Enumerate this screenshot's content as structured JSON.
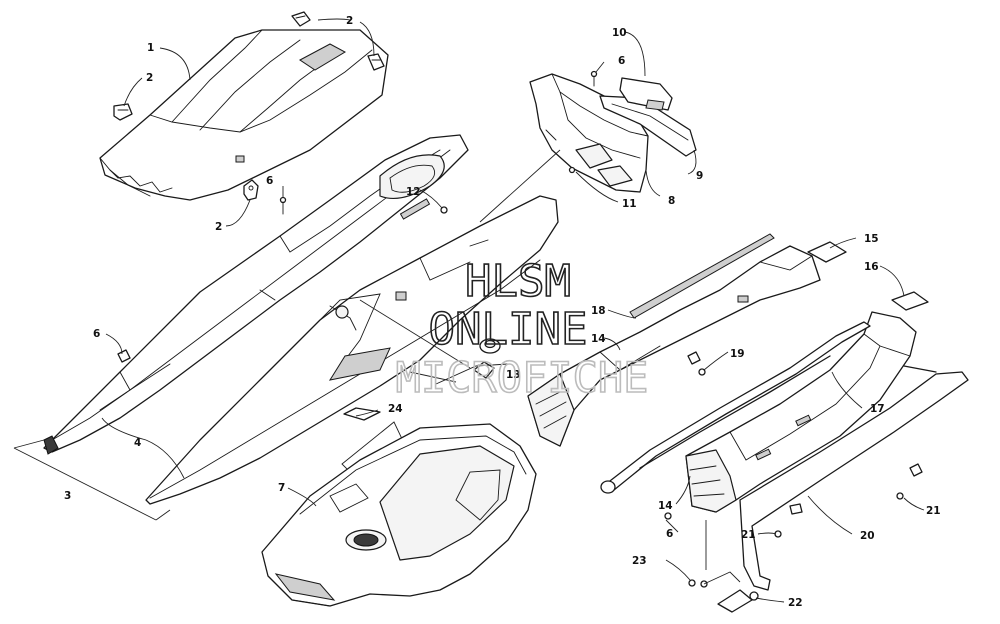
{
  "callouts": {
    "c1": "1",
    "c2a": "2",
    "c2b": "2",
    "c2c": "2",
    "c3": "3",
    "c4": "4",
    "c6a": "6",
    "c6b": "6",
    "c6c": "6",
    "c6d": "6",
    "c7": "7",
    "c8": "8",
    "c9": "9",
    "c10": "10",
    "c11": "11",
    "c12": "12",
    "c13": "13",
    "c14a": "14",
    "c14b": "14",
    "c15": "15",
    "c16": "16",
    "c17": "17",
    "c18": "18",
    "c19": "19",
    "c20": "20",
    "c21a": "21",
    "c21b": "21",
    "c22": "22",
    "c23": "23",
    "c24": "24"
  },
  "watermark": {
    "line1": "HLSM",
    "line2": "ONLINE",
    "line3": "MICROFICHE"
  }
}
